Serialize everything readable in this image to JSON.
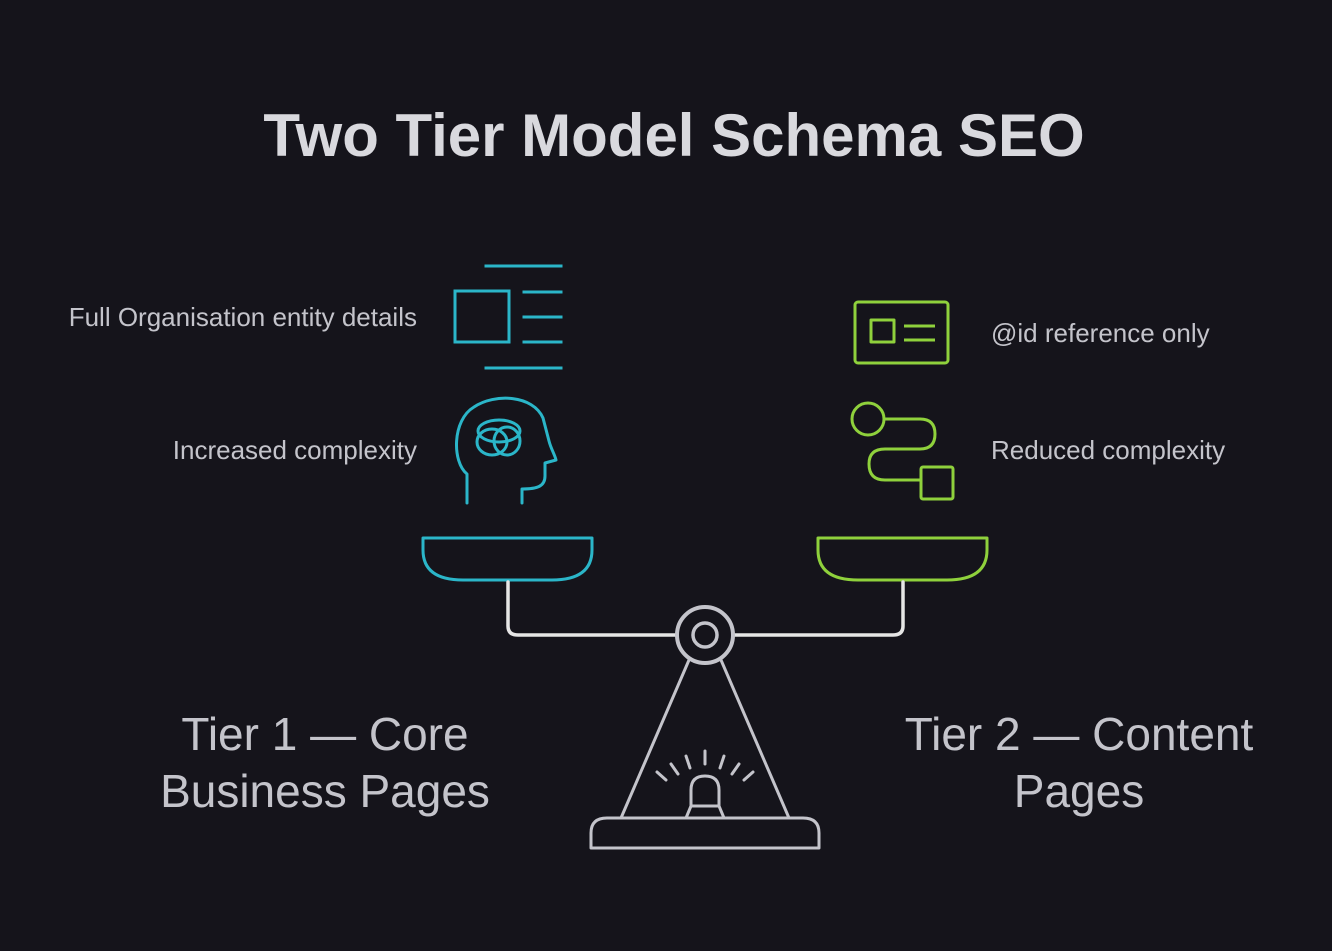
{
  "title": "Two Tier Model Schema SEO",
  "colors": {
    "background": "#15141b",
    "tier1_accent": "#2bb6c9",
    "tier2_accent": "#8fd13c",
    "scale": "#e6e6e6",
    "text": "#c4c4cb"
  },
  "tier1": {
    "name_line1": "Tier 1 — Core",
    "name_line2": "Business Pages",
    "features": [
      {
        "icon": "document-layout-icon",
        "text": "Full Organisation entity details"
      },
      {
        "icon": "brain-head-icon",
        "text": "Increased complexity"
      }
    ]
  },
  "tier2": {
    "name_line1": "Tier 2 — Content",
    "name_line2": "Pages",
    "features": [
      {
        "icon": "id-card-icon",
        "text": "@id reference only"
      },
      {
        "icon": "flow-path-icon",
        "text": "Reduced complexity"
      }
    ]
  },
  "scale_icon": "balance-scale-icon"
}
